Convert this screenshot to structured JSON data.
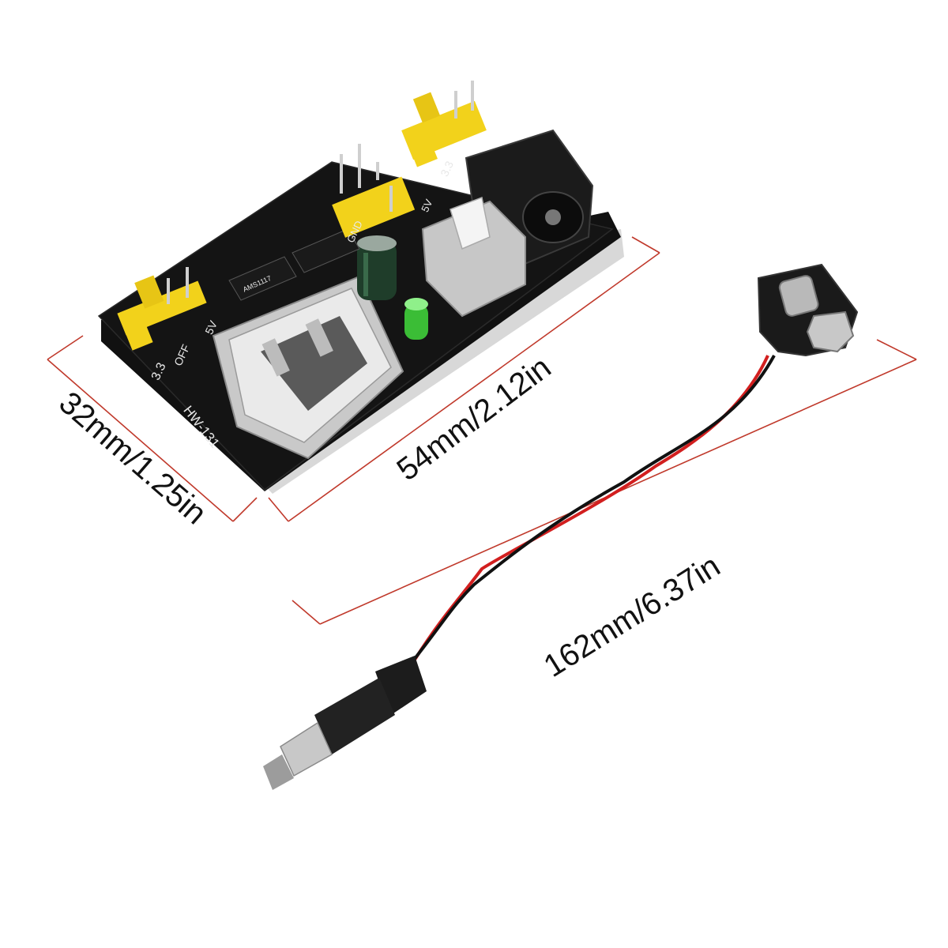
{
  "dimensions": {
    "width_label": "32mm/1.25in",
    "length_label": "54mm/2.12in",
    "cable_label": "162mm/6.37in",
    "line_color": "#c0392b"
  },
  "board": {
    "model": "HW-131",
    "silkscreen": {
      "left_3v3": "3.3",
      "left_off": "OFF",
      "left_5v": "5V",
      "right_3v3": "3.3",
      "right_5v": "5V",
      "gnd": "GND",
      "regulator_text": "AMS1117"
    },
    "colors": {
      "pcb": "#111111",
      "header": "#f2d21b",
      "led": "#3fcf3a"
    }
  },
  "cable": {
    "wire_colors": [
      "#d21f1f",
      "#111111"
    ]
  }
}
